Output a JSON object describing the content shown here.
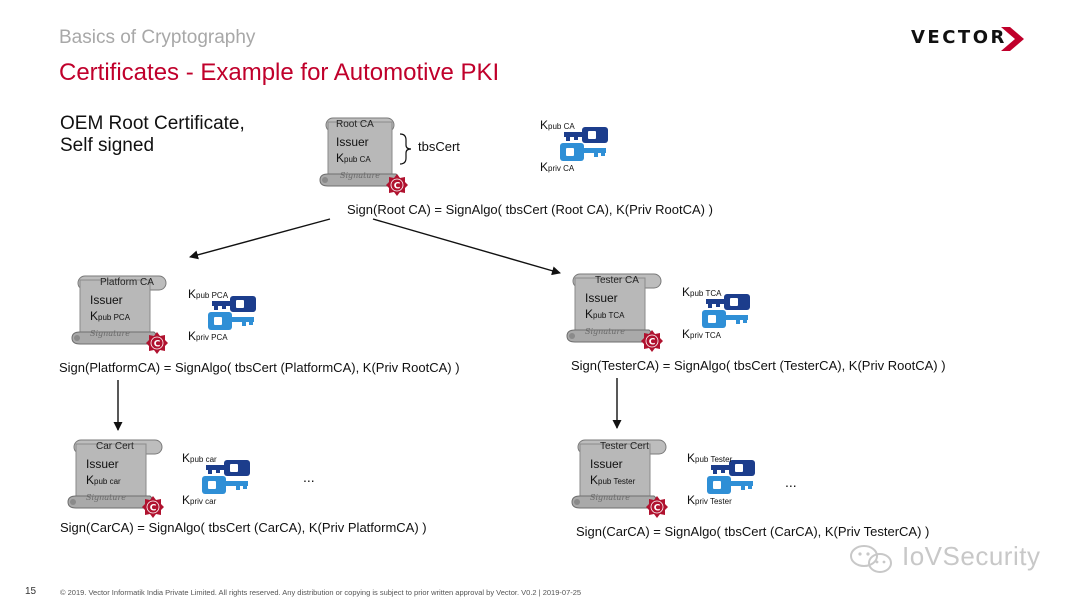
{
  "header": {
    "subtitle": "Basics of Cryptography",
    "title": "Certificates - Example for Automotive PKI",
    "logo_text": "VECTOR"
  },
  "intro": {
    "line1": "OEM Root Certificate,",
    "line2": "Self signed"
  },
  "tbs_label": "tbsCert",
  "cert_common": {
    "issuer": "Issuer",
    "k": "K",
    "signature": "Signature",
    "seal": "C"
  },
  "certs": [
    {
      "name": "Root CA",
      "kpub_sub": "pub CA"
    },
    {
      "name": "Platform CA",
      "kpub_sub": "pub PCA"
    },
    {
      "name": "Tester CA",
      "kpub_sub": "pub TCA"
    },
    {
      "name": "Car Cert",
      "kpub_sub": "pub car"
    },
    {
      "name": "Tester Cert",
      "kpub_sub": "pub Tester"
    }
  ],
  "keypairs": [
    {
      "pub_sub": "pub CA",
      "priv_sub": "priv CA"
    },
    {
      "pub_sub": "pub PCA",
      "priv_sub": "priv PCA"
    },
    {
      "pub_sub": "pub TCA",
      "priv_sub": "priv TCA"
    },
    {
      "pub_sub": "pub car",
      "priv_sub": "priv car"
    },
    {
      "pub_sub": "pub Tester",
      "priv_sub": "priv Tester"
    }
  ],
  "formulas": {
    "root": "Sign(Root CA) = SignAlgo( tbsCert (Root CA), K(Priv RootCA) )",
    "platform": "Sign(PlatformCA) = SignAlgo( tbsCert (PlatformCA), K(Priv RootCA) )",
    "tester": "Sign(TesterCA) = SignAlgo( tbsCert (TesterCA), K(Priv RootCA) )",
    "car": "Sign(CarCA) = SignAlgo( tbsCert (CarCA), K(Priv PlatformCA) )",
    "tester_cert": "Sign(CarCA) = SignAlgo( tbsCert (CarCA), K(Priv TesterCA) )"
  },
  "ellipsis": "...",
  "footer": {
    "page_number": "15",
    "copyright": "© 2019. Vector Informatik India Private Limited. All rights reserved. Any distribution or copying is subject to prior written approval by Vector. V0.2 | 2019-07-25"
  },
  "watermark": "IoVSecurity",
  "colors": {
    "title": "#c0002b",
    "subtitle": "#a8a8a8",
    "cert_paper": "#b8b8b8",
    "seal": "#b0122f",
    "key_dark": "#1c3d8c",
    "key_light": "#2f8fd6"
  }
}
